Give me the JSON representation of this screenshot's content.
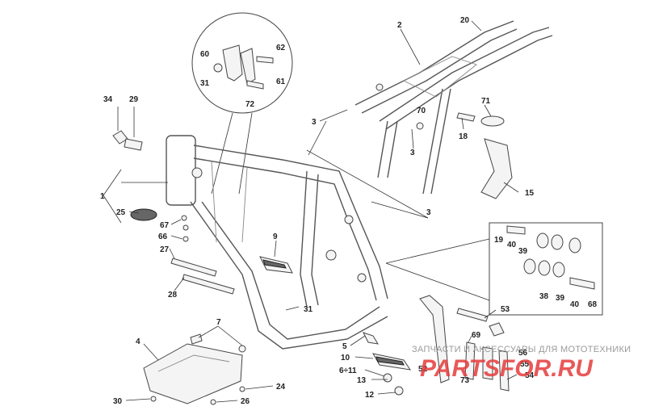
{
  "callouts": {
    "c20": "20",
    "c2": "2",
    "c60": "60",
    "c62": "62",
    "c31a": "31",
    "c61": "61",
    "c72": "72",
    "c34": "34",
    "c29": "29",
    "c3a": "3",
    "c70": "70",
    "c3b": "3",
    "c71": "71",
    "c18": "18",
    "c15": "15",
    "c1": "1",
    "c25": "25",
    "c67": "67",
    "c66": "66",
    "c27": "27",
    "c9": "9",
    "c3c": "3",
    "c19": "19",
    "c40a": "40",
    "c39a": "39",
    "c28": "28",
    "c38": "38",
    "c39b": "39",
    "c40b": "40",
    "c68": "68",
    "c31b": "31",
    "c7": "7",
    "c53": "53",
    "c69": "69",
    "c4": "4",
    "c5": "5",
    "c10": "10",
    "c6_11": "6÷11",
    "c56": "56",
    "c55": "55",
    "c52": "52",
    "c73": "73",
    "c54": "54",
    "c13": "13",
    "c24": "24",
    "c30": "30",
    "c12": "12",
    "c26": "26"
  },
  "watermark": {
    "caption": "ЗАПЧАСТИ И АКСЕССУАРЫ ДЛЯ МОТОТЕХНИКИ",
    "brand": "PARTSFOR.RU"
  }
}
